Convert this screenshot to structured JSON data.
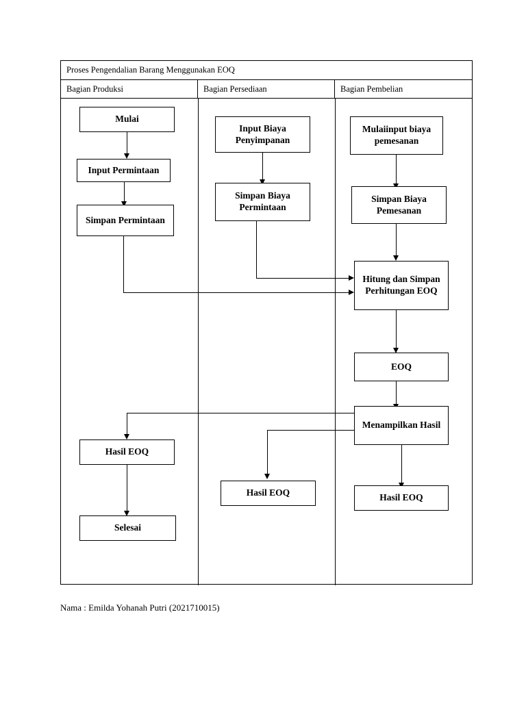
{
  "diagram": {
    "type": "flowchart-swimlane",
    "title": "Proses Pengendalian Barang Menggunakan EOQ",
    "lanes": [
      {
        "id": "produksi",
        "label": "Bagian Produksi"
      },
      {
        "id": "persediaan",
        "label": "Bagian Persediaan"
      },
      {
        "id": "pembelian",
        "label": "Bagian Pembelian"
      }
    ],
    "nodes": [
      {
        "id": "mulai",
        "lane": "produksi",
        "label": "Mulai"
      },
      {
        "id": "input-permintaan",
        "lane": "produksi",
        "label": "Input Permintaan"
      },
      {
        "id": "simpan-permintaan",
        "lane": "produksi",
        "label": "Simpan Permintaan"
      },
      {
        "id": "hasil-eoq-produksi",
        "lane": "produksi",
        "label": "Hasil EOQ"
      },
      {
        "id": "selesai",
        "lane": "produksi",
        "label": "Selesai"
      },
      {
        "id": "input-biaya-penyimpanan",
        "lane": "persediaan",
        "label": "Input Biaya Penyimpanan"
      },
      {
        "id": "simpan-biaya-permintaan",
        "lane": "persediaan",
        "label": "Simpan Biaya Permintaan"
      },
      {
        "id": "hasil-eoq-persediaan",
        "lane": "persediaan",
        "label": "Hasil EOQ"
      },
      {
        "id": "mulai-input-biaya-pemesanan",
        "lane": "pembelian",
        "label": "Mulaiinput biaya pemesanan"
      },
      {
        "id": "simpan-biaya-pemesanan",
        "lane": "pembelian",
        "label": "Simpan Biaya Pemesanan"
      },
      {
        "id": "hitung-simpan-perhitungan-eoq",
        "lane": "pembelian",
        "label": "Hitung dan Simpan Perhitungan EOQ"
      },
      {
        "id": "eoq",
        "lane": "pembelian",
        "label": "EOQ"
      },
      {
        "id": "menampilkan-hasil",
        "lane": "pembelian",
        "label": "Menampilkan Hasil"
      },
      {
        "id": "hasil-eoq-pembelian",
        "lane": "pembelian",
        "label": "Hasil EOQ"
      }
    ],
    "edges": [
      {
        "from": "mulai",
        "to": "input-permintaan"
      },
      {
        "from": "input-permintaan",
        "to": "simpan-permintaan"
      },
      {
        "from": "simpan-permintaan",
        "to": "hitung-simpan-perhitungan-eoq"
      },
      {
        "from": "input-biaya-penyimpanan",
        "to": "simpan-biaya-permintaan"
      },
      {
        "from": "simpan-biaya-permintaan",
        "to": "hitung-simpan-perhitungan-eoq"
      },
      {
        "from": "mulai-input-biaya-pemesanan",
        "to": "simpan-biaya-pemesanan"
      },
      {
        "from": "simpan-biaya-pemesanan",
        "to": "hitung-simpan-perhitungan-eoq"
      },
      {
        "from": "hitung-simpan-perhitungan-eoq",
        "to": "eoq"
      },
      {
        "from": "eoq",
        "to": "menampilkan-hasil"
      },
      {
        "from": "menampilkan-hasil",
        "to": "hasil-eoq-produksi"
      },
      {
        "from": "menampilkan-hasil",
        "to": "hasil-eoq-persediaan"
      },
      {
        "from": "menampilkan-hasil",
        "to": "hasil-eoq-pembelian"
      },
      {
        "from": "hasil-eoq-produksi",
        "to": "selesai"
      }
    ]
  },
  "footer": {
    "caption": "Nama : Emilda Yohanah Putri (2021710015)"
  },
  "colors": {
    "stroke": "#000000",
    "background": "#ffffff",
    "text": "#000000"
  }
}
